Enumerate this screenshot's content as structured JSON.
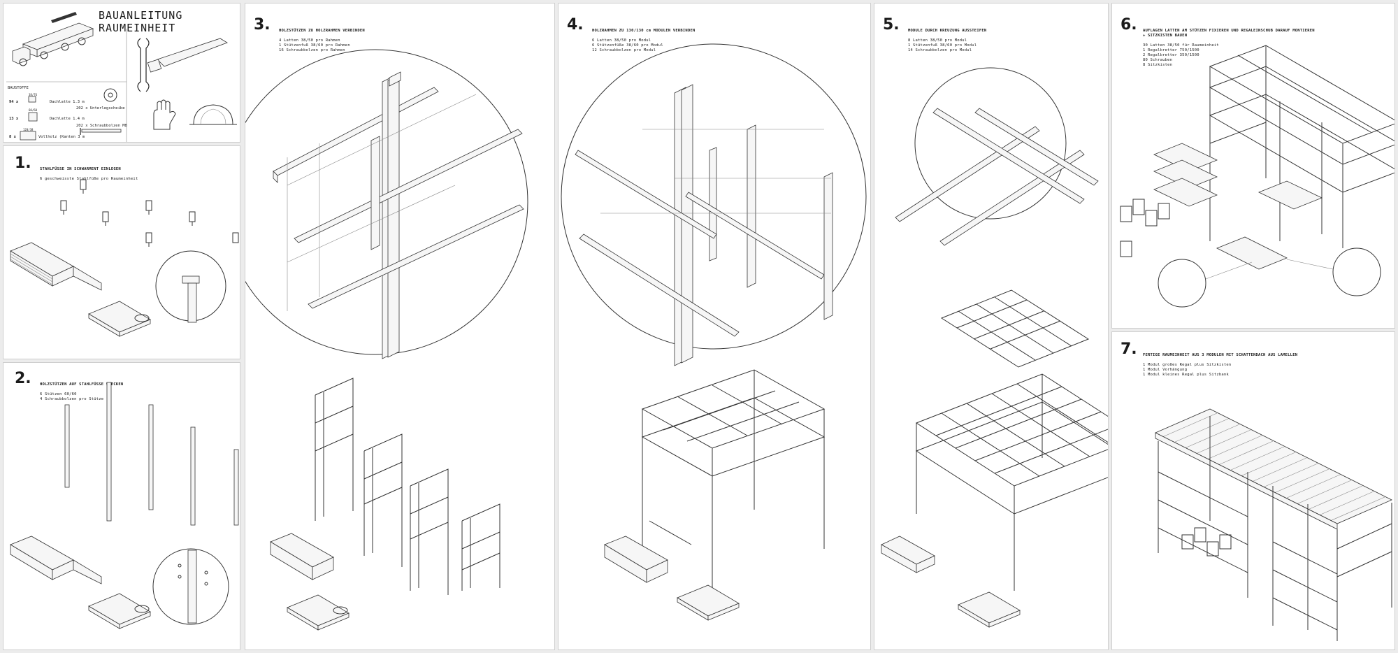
{
  "title": "BAUANLEITUNG RAUMEINHEIT",
  "materials": {
    "heading": "BAUSTOFFE",
    "items": [
      {
        "qty": "94 x",
        "size": "38/76",
        "label": "Dachlatte 1.3 m"
      },
      {
        "qty": "13 x",
        "size": "60/60",
        "label": "Dachlatte 1.4 m"
      },
      {
        "qty": "8 x",
        "size": "120/38",
        "label": "Vollholz (Kanten 3 m"
      }
    ],
    "hardware": [
      {
        "label": "202 x Unterlegscheibe"
      },
      {
        "label": "202 x Schraubbolzen M8"
      }
    ]
  },
  "steps": [
    {
      "num": "1.",
      "lines": [
        "STAHLFÜSSE IN SCHWARMENT EINLEGEN",
        "",
        "6 geschweisste Stahlfüße pro Raumeinheit"
      ]
    },
    {
      "num": "2.",
      "lines": [
        "HOLZSTÜTZEN AUF STAHLFÜSSE STECKEN",
        "",
        "6 Stützen 60/60",
        "4 Schraubbolzen pro Stütze"
      ]
    },
    {
      "num": "3.",
      "lines": [
        "HOLZSTÜTZEN ZU HOLZRAHMEN VERBINDEN",
        "",
        "4 Latten 38/50 pro Rahmen",
        "1 Stützenfuß 38/60 pro Rahmen",
        "16 Schraubbolzen pro Rahmen"
      ]
    },
    {
      "num": "4.",
      "lines": [
        "HOLZRAHMEN ZU 130/130 cm MODULEN VERBINDEN",
        "",
        "6 Latten 38/50 pro Modul",
        "6 Stützenfüße 38/60 pro Modul",
        "12 Schraubbolzen pro Modul"
      ]
    },
    {
      "num": "5.",
      "lines": [
        "MODULE DURCH KREUZUNG AUSSTEIFEN",
        "",
        "8 Latten 38/50 pro Modul",
        "1 Stützenfuß 38/60 pro Modul",
        "14 Schraubbolzen pro Modul"
      ]
    },
    {
      "num": "6.",
      "lines": [
        "AUFLAGEN LATTEN AM STÜTZEN FIXIEREN UND REGALEINSCHUB DARAUF MONTIEREN",
        "+ SITZKISTEN BAUEN",
        "",
        "30 Latten 38/50 für Raumeinheit",
        "1 Regalbretter 750/1500",
        "2 Regalbretter 350/1500",
        "80 Schrauben",
        "8 Sitzkisten"
      ]
    },
    {
      "num": "7.",
      "lines": [
        "FERTIGE RAUMEINHEIT AUS 3 MODULEN MIT SCHATTENDACH AUS LAMELLEN",
        "",
        "1 Modul großes Regal plus Sitzkisten",
        "1 Modul Vorhängung",
        "1 Modul kleines Regal plus Sitzbank"
      ]
    }
  ]
}
